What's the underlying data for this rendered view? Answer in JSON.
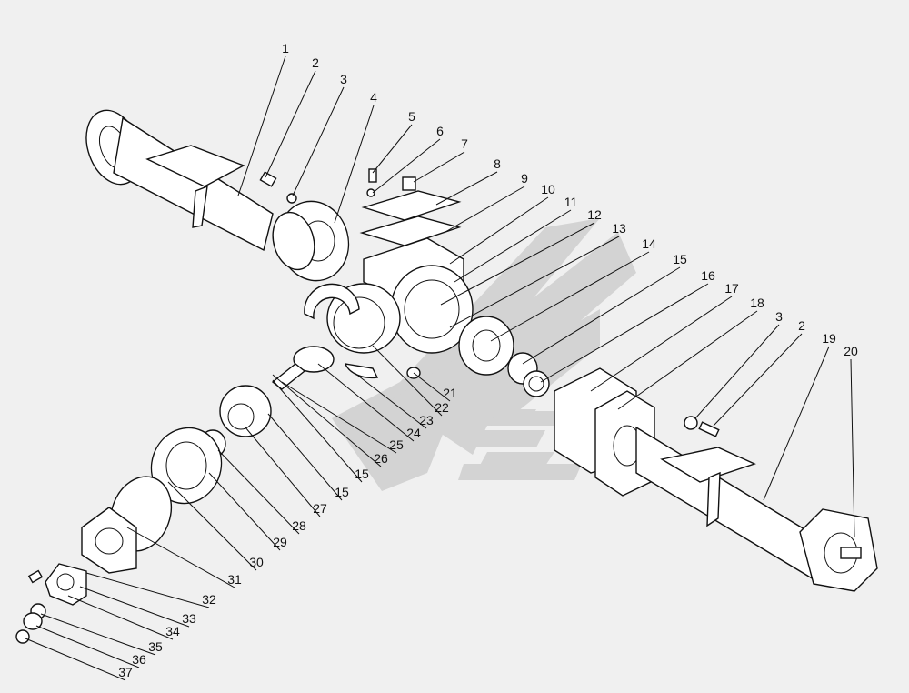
{
  "diagram": {
    "callouts": [
      {
        "id": "1",
        "text": "1"
      },
      {
        "id": "2a",
        "text": "2"
      },
      {
        "id": "3a",
        "text": "3"
      },
      {
        "id": "4",
        "text": "4"
      },
      {
        "id": "5",
        "text": "5"
      },
      {
        "id": "6",
        "text": "6"
      },
      {
        "id": "7",
        "text": "7"
      },
      {
        "id": "8",
        "text": "8"
      },
      {
        "id": "9",
        "text": "9"
      },
      {
        "id": "10",
        "text": "10"
      },
      {
        "id": "11",
        "text": "11"
      },
      {
        "id": "12",
        "text": "12"
      },
      {
        "id": "13",
        "text": "13"
      },
      {
        "id": "14",
        "text": "14"
      },
      {
        "id": "15a",
        "text": "15"
      },
      {
        "id": "16",
        "text": "16"
      },
      {
        "id": "17",
        "text": "17"
      },
      {
        "id": "18",
        "text": "18"
      },
      {
        "id": "3b",
        "text": "3"
      },
      {
        "id": "2b",
        "text": "2"
      },
      {
        "id": "19",
        "text": "19"
      },
      {
        "id": "20",
        "text": "20"
      },
      {
        "id": "21",
        "text": "21"
      },
      {
        "id": "22",
        "text": "22"
      },
      {
        "id": "23",
        "text": "23"
      },
      {
        "id": "24",
        "text": "24"
      },
      {
        "id": "25",
        "text": "25"
      },
      {
        "id": "26",
        "text": "26"
      },
      {
        "id": "15b",
        "text": "15"
      },
      {
        "id": "15c",
        "text": "15"
      },
      {
        "id": "27",
        "text": "27"
      },
      {
        "id": "28",
        "text": "28"
      },
      {
        "id": "29",
        "text": "29"
      },
      {
        "id": "30",
        "text": "30"
      },
      {
        "id": "31",
        "text": "31"
      },
      {
        "id": "32",
        "text": "32"
      },
      {
        "id": "33",
        "text": "33"
      },
      {
        "id": "34",
        "text": "34"
      },
      {
        "id": "35",
        "text": "35"
      },
      {
        "id": "36",
        "text": "36"
      },
      {
        "id": "37",
        "text": "37"
      }
    ]
  }
}
